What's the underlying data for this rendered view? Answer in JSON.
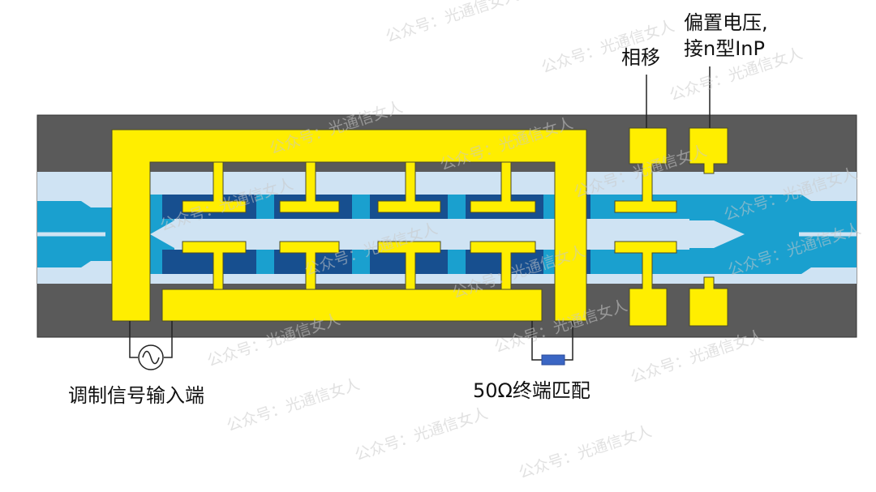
{
  "colors": {
    "substrate": "#5a5a5a",
    "cladding": "#cfe3f3",
    "waveguide": "#1aa0cf",
    "electrode_underlay": "#174f8f",
    "electrode": "#ffee00",
    "electrode_outline": "#4a4a2a",
    "wire": "#222222",
    "resistor": "#3b66c4",
    "watermark": "#c9c9c9"
  },
  "labels": {
    "modulation_input": "调制信号输入端",
    "termination": "50Ω终端匹配",
    "phase_shift": "相移",
    "bias_line1": "偏置电压,",
    "bias_line2": "接n型InP"
  },
  "watermark_text": "公众号：光通信女人",
  "icons": {
    "signal_source": "ac-source-icon",
    "resistor": "resistor-icon"
  }
}
